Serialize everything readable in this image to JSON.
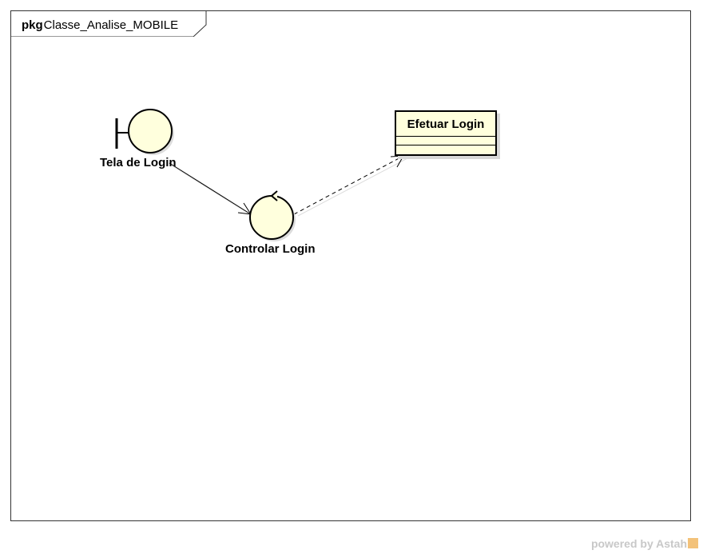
{
  "package": {
    "keyword": "pkg",
    "name": "Classe_Analise_MOBILE"
  },
  "nodes": {
    "boundary": {
      "label": "Tela de Login"
    },
    "control": {
      "label": "Controlar Login"
    },
    "entity_class": {
      "name": "Efetuar Login"
    }
  },
  "edges": [
    {
      "from": "Tela de Login",
      "to": "Controlar Login",
      "style": "solid"
    },
    {
      "from": "Controlar Login",
      "to": "Efetuar Login",
      "style": "dashed"
    }
  ],
  "colors": {
    "element_fill": "#ffffdd",
    "stroke": "#000000",
    "shadow": "#d8d8d8"
  },
  "watermark": {
    "text": "powered by Astah"
  }
}
